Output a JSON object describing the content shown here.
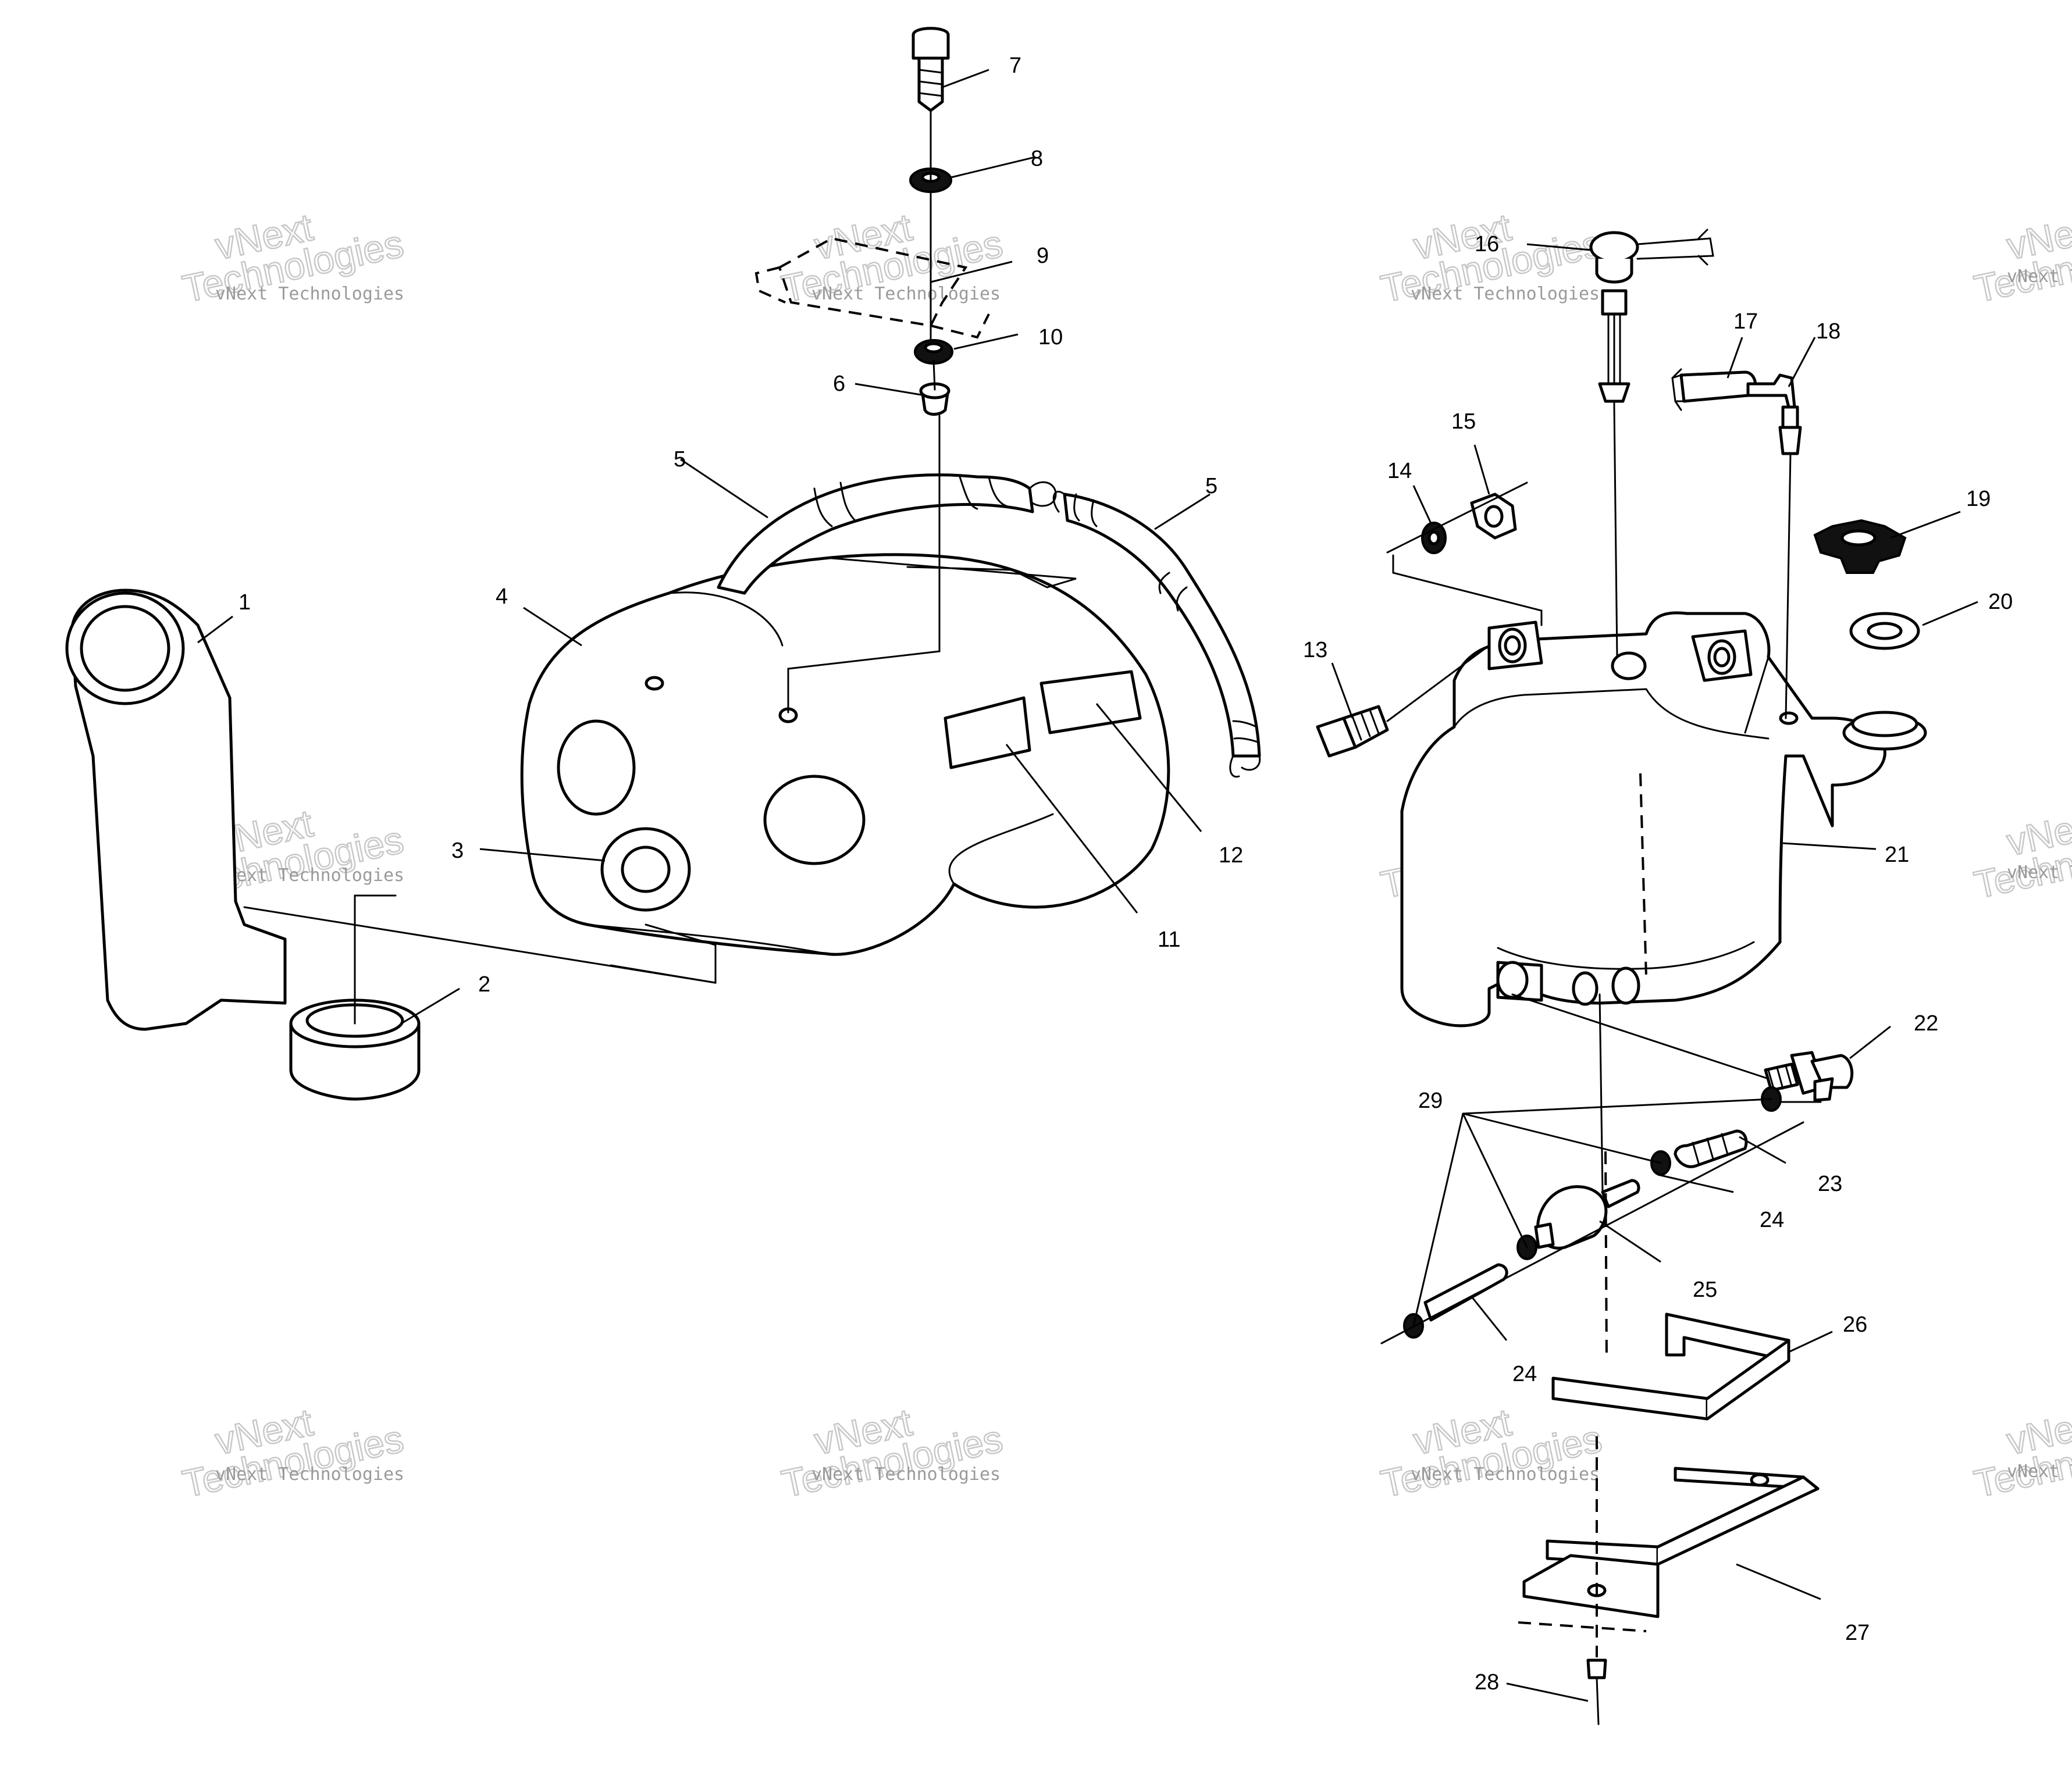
{
  "watermark": {
    "line1": "vNext Technologies",
    "big_top": "vNext",
    "big_bottom": "Technologies"
  },
  "callouts": {
    "c1": "1",
    "c2": "2",
    "c3": "3",
    "c4": "4",
    "c5a": "5",
    "c5b": "5",
    "c6": "6",
    "c7": "7",
    "c8": "8",
    "c9": "9",
    "c10": "10",
    "c11": "11",
    "c12": "12",
    "c13": "13",
    "c14": "14",
    "c15": "15",
    "c16": "16",
    "c17": "17",
    "c18": "18",
    "c19": "19",
    "c20": "20",
    "c21": "21",
    "c22": "22",
    "c23": "23",
    "c24a": "24",
    "c24b": "24",
    "c25": "25",
    "c26": "26",
    "c27": "27",
    "c28": "28",
    "c29": "29"
  }
}
